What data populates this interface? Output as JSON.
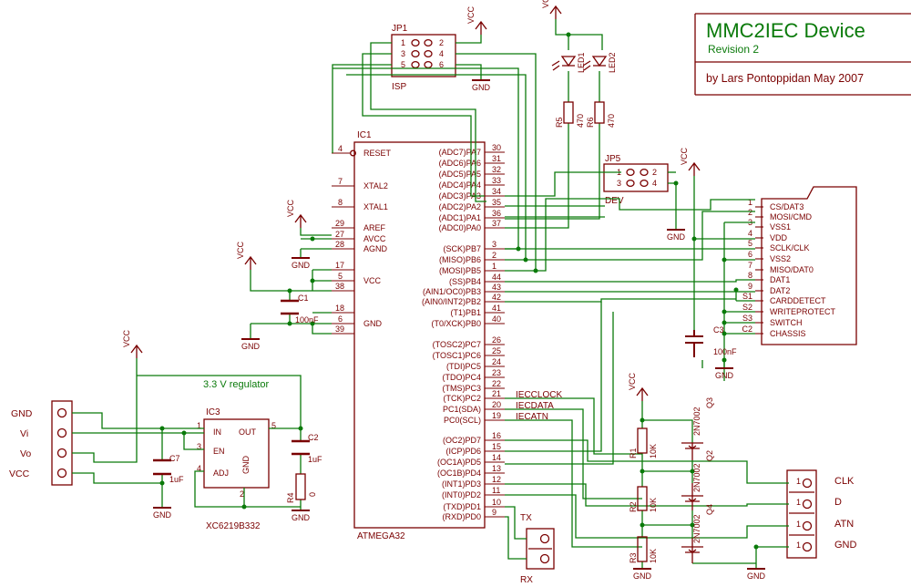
{
  "title": {
    "name": "MMC2IEC Device",
    "revision": "Revision 2",
    "author": "by Lars Pontoppidan May 2007"
  },
  "colors": {
    "wire": "#0a7a0a",
    "part": "#7a0000",
    "title": "#0a7a0a"
  },
  "ic1": {
    "ref": "IC1",
    "value": "ATMEGA32",
    "left": [
      {
        "num": "4",
        "name": "RESET"
      },
      {
        "num": "7",
        "name": "XTAL2"
      },
      {
        "num": "8",
        "name": "XTAL1"
      },
      {
        "num": "29",
        "name": "AREF"
      },
      {
        "num": "27",
        "name": "AVCC"
      },
      {
        "num": "28",
        "name": "AGND"
      },
      {
        "num": "17",
        "name": ""
      },
      {
        "num": "5",
        "name": "VCC"
      },
      {
        "num": "38",
        "name": ""
      },
      {
        "num": "18",
        "name": ""
      },
      {
        "num": "6",
        "name": "GND"
      },
      {
        "num": "39",
        "name": ""
      }
    ],
    "right": [
      {
        "num": "30",
        "name": "(ADC7)PA7"
      },
      {
        "num": "31",
        "name": "(ADC6)PA6"
      },
      {
        "num": "32",
        "name": "(ADC5)PA5"
      },
      {
        "num": "33",
        "name": "(ADC4)PA4"
      },
      {
        "num": "34",
        "name": "(ADC3)PA3"
      },
      {
        "num": "35",
        "name": "(ADC2)PA2"
      },
      {
        "num": "36",
        "name": "(ADC1)PA1"
      },
      {
        "num": "37",
        "name": "(ADC0)PA0"
      },
      {
        "num": "3",
        "name": "(SCK)PB7"
      },
      {
        "num": "2",
        "name": "(MISO)PB6"
      },
      {
        "num": "1",
        "name": "(MOSI)PB5"
      },
      {
        "num": "44",
        "name": "(SS)PB4"
      },
      {
        "num": "43",
        "name": "(AIN1/OC0)PB3"
      },
      {
        "num": "42",
        "name": "(AIN0/INT2)PB2"
      },
      {
        "num": "41",
        "name": "(T1)PB1"
      },
      {
        "num": "40",
        "name": "(T0/XCK)PB0"
      },
      {
        "num": "26",
        "name": "(TOSC2)PC7"
      },
      {
        "num": "25",
        "name": "(TOSC1)PC6"
      },
      {
        "num": "24",
        "name": "(TDI)PC5"
      },
      {
        "num": "23",
        "name": "(TDO)PC4"
      },
      {
        "num": "22",
        "name": "(TMS)PC3"
      },
      {
        "num": "21",
        "name": "(TCK)PC2"
      },
      {
        "num": "20",
        "name": "PC1(SDA)"
      },
      {
        "num": "19",
        "name": "PC0(SCL)"
      },
      {
        "num": "16",
        "name": "(OC2)PD7"
      },
      {
        "num": "15",
        "name": "(ICP)PD6"
      },
      {
        "num": "14",
        "name": "(OC1A)PD5"
      },
      {
        "num": "13",
        "name": "(OC1B)PD4"
      },
      {
        "num": "12",
        "name": "(INT1)PD3"
      },
      {
        "num": "11",
        "name": "(INT0)PD2"
      },
      {
        "num": "10",
        "name": "(TXD)PD1"
      },
      {
        "num": "9",
        "name": "(RXD)PD0"
      }
    ]
  },
  "card": {
    "nums": [
      "1",
      "2",
      "3",
      "4",
      "5",
      "6",
      "7",
      "8",
      "9",
      "S1",
      "S2",
      "S3",
      "C2"
    ],
    "names": [
      "CS/DAT3",
      "MOSI/CMD",
      "VSS1",
      "VDD",
      "SCLK/CLK",
      "VSS2",
      "MISO/DAT0",
      "DAT1",
      "DAT2",
      "CARDDETECT",
      "WRITEPROTECT",
      "SWITCH",
      "CHASSIS"
    ]
  },
  "jp1": {
    "ref": "JP1",
    "label": "ISP",
    "pins": [
      "1",
      "2",
      "3",
      "4",
      "5",
      "6"
    ]
  },
  "jp5": {
    "ref": "JP5",
    "label": "DEV",
    "pins": [
      "1",
      "2",
      "3",
      "4"
    ]
  },
  "power_conn": {
    "labels": [
      "GND",
      "Vi",
      "Vo",
      "VCC"
    ]
  },
  "iec_conn": {
    "labels": [
      "CLK",
      "D",
      "ATN",
      "GND"
    ],
    "pin": "1"
  },
  "txrx": {
    "tx": "TX",
    "rx": "RX"
  },
  "regulator": {
    "caption": "3.3 V regulator",
    "ref": "IC3",
    "value": "XC6219B332",
    "in": "IN",
    "out": "OUT",
    "en": "EN",
    "adj": "ADJ",
    "gnd": "GND",
    "p1": "1",
    "p3": "3",
    "p4": "4",
    "p5": "5",
    "p2": "2"
  },
  "passives": {
    "c1": "C1",
    "c1v": "100nF",
    "c2": "C2",
    "c2v": "1uF",
    "c3": "C3",
    "c3v": "100nF",
    "c7": "C7",
    "c7v": "1uF",
    "r1": "R1",
    "r1v": "10K",
    "r2": "R2",
    "r2v": "10K",
    "r3": "R3",
    "r3v": "10K",
    "r4": "R4",
    "r4v": "0",
    "r5": "R5",
    "r5v": "470",
    "r6": "R6",
    "r6v": "470",
    "led1": "LED1",
    "led2": "LED2",
    "q2": "Q2",
    "q3": "Q3",
    "q4": "Q4",
    "fet": "2N7002"
  },
  "power": {
    "vcc": "VCC",
    "gnd": "GND"
  },
  "signals": {
    "clock": "IECCLOCK",
    "data": "IECDATA",
    "atn": "IECATN"
  }
}
